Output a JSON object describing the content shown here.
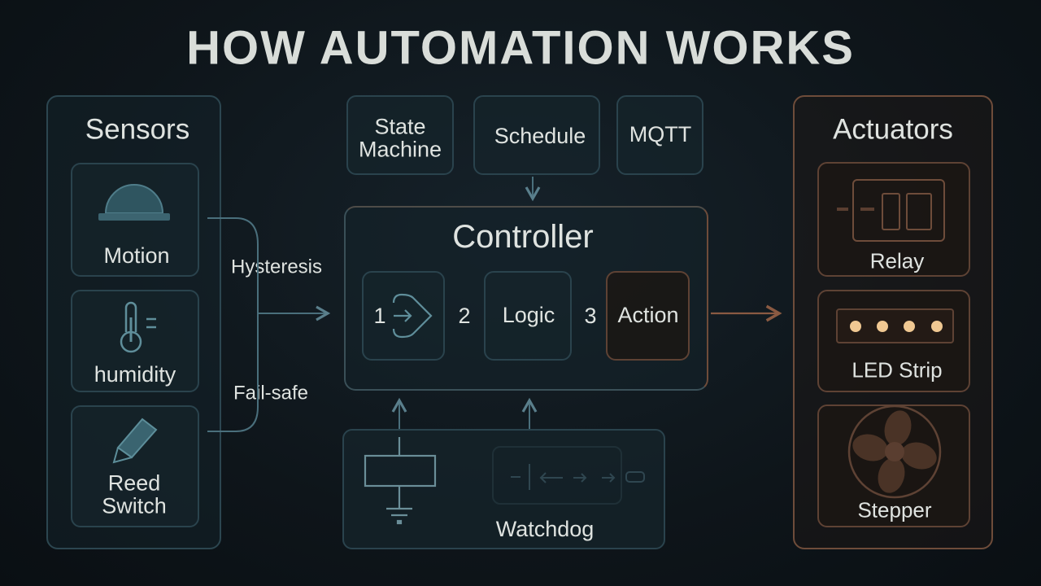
{
  "title": "HOW AUTOMATION WORKS",
  "sensors": {
    "title": "Sensors",
    "items": [
      {
        "label": "Motion",
        "icon": "motion-sensor-icon"
      },
      {
        "label": "humidity",
        "icon": "thermometer-icon"
      },
      {
        "label": "Reed Switch",
        "icon": "reed-switch-icon"
      }
    ]
  },
  "connectors": {
    "upper": "Hysteresis",
    "lower": "Fail-safe"
  },
  "inputs": [
    {
      "label": "State Machine"
    },
    {
      "label": "Schedule"
    },
    {
      "label": "MQTT"
    }
  ],
  "controller": {
    "title": "Controller",
    "steps": [
      {
        "number": "1",
        "icon": "input-arrow-icon"
      },
      {
        "number": "2",
        "label": "Logic"
      },
      {
        "number": "3",
        "label": "Action"
      }
    ]
  },
  "watchdog": {
    "label": "Watchdog"
  },
  "actuators": {
    "title": "Actuators",
    "items": [
      {
        "label": "Relay",
        "icon": "relay-icon"
      },
      {
        "label": "LED Strip",
        "icon": "led-strip-icon"
      },
      {
        "label": "Stepper",
        "icon": "fan-icon"
      }
    ]
  },
  "colors": {
    "teal": "#2c4650",
    "warm": "#6e4c3a",
    "led": "#f0c892"
  }
}
